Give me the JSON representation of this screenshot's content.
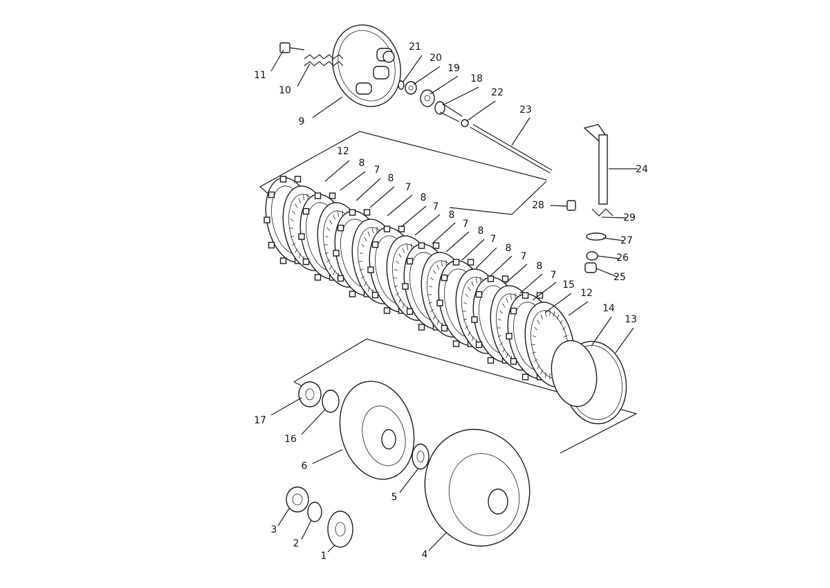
{
  "diagram": {
    "callouts": [
      {
        "id": "c1",
        "text": "1"
      },
      {
        "id": "c2",
        "text": "2"
      },
      {
        "id": "c3",
        "text": "3"
      },
      {
        "id": "c4",
        "text": "4"
      },
      {
        "id": "c5",
        "text": "5"
      },
      {
        "id": "c6",
        "text": "6"
      },
      {
        "id": "c7a",
        "text": "7"
      },
      {
        "id": "c7b",
        "text": "7"
      },
      {
        "id": "c7c",
        "text": "7"
      },
      {
        "id": "c7d",
        "text": "7"
      },
      {
        "id": "c7e",
        "text": "7"
      },
      {
        "id": "c7f",
        "text": "7"
      },
      {
        "id": "c7g",
        "text": "7"
      },
      {
        "id": "c8a",
        "text": "8"
      },
      {
        "id": "c8b",
        "text": "8"
      },
      {
        "id": "c8c",
        "text": "8"
      },
      {
        "id": "c8d",
        "text": "8"
      },
      {
        "id": "c8e",
        "text": "8"
      },
      {
        "id": "c8f",
        "text": "8"
      },
      {
        "id": "c8g",
        "text": "8"
      },
      {
        "id": "c9",
        "text": "9"
      },
      {
        "id": "c10",
        "text": "10"
      },
      {
        "id": "c11",
        "text": "11"
      },
      {
        "id": "c12a",
        "text": "12"
      },
      {
        "id": "c12b",
        "text": "12"
      },
      {
        "id": "c13",
        "text": "13"
      },
      {
        "id": "c14",
        "text": "14"
      },
      {
        "id": "c15",
        "text": "15"
      },
      {
        "id": "c16",
        "text": "16"
      },
      {
        "id": "c17",
        "text": "17"
      },
      {
        "id": "c18",
        "text": "18"
      },
      {
        "id": "c19",
        "text": "19"
      },
      {
        "id": "c20",
        "text": "20"
      },
      {
        "id": "c21",
        "text": "21"
      },
      {
        "id": "c22",
        "text": "22"
      },
      {
        "id": "c23",
        "text": "23"
      },
      {
        "id": "c24",
        "text": "24"
      },
      {
        "id": "c25",
        "text": "25"
      },
      {
        "id": "c26",
        "text": "26"
      },
      {
        "id": "c27",
        "text": "27"
      },
      {
        "id": "c28",
        "text": "28"
      },
      {
        "id": "c29",
        "text": "29"
      }
    ]
  }
}
